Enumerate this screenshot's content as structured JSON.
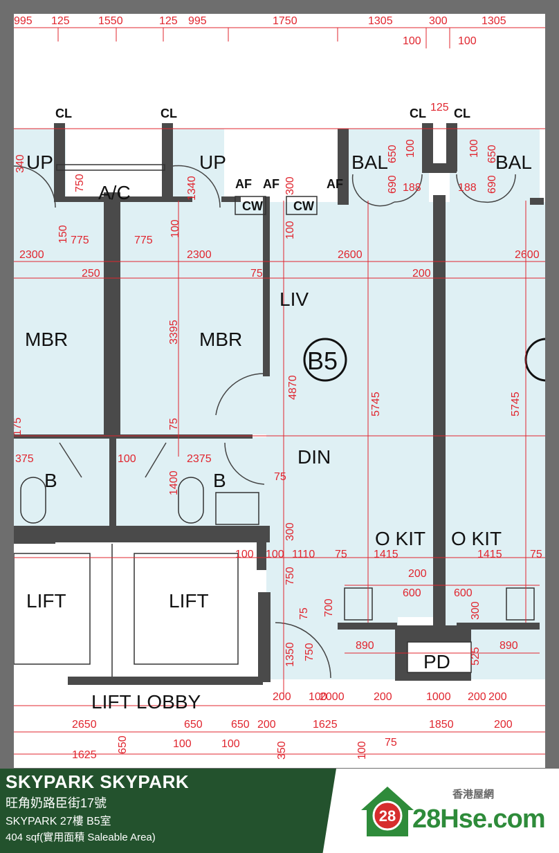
{
  "plan": {
    "unit_badge": "B5",
    "rooms": {
      "up_left": "UP",
      "up_right": "UP",
      "ac": "A/C",
      "bal_left": "BAL",
      "bal_right": "BAL",
      "af1": "AF",
      "af2": "AF",
      "af3": "AF",
      "cw1": "CW",
      "cw2": "CW",
      "liv": "LIV",
      "mbr_left": "MBR",
      "mbr_right": "MBR",
      "din": "DIN",
      "b_left": "B",
      "b_right": "B",
      "okit_left": "O  KIT",
      "okit_right": "O  KIT",
      "lift_left": "LIFT",
      "lift_right": "LIFT",
      "lift_lobby": "LIFT  LOBBY",
      "pd": "PD",
      "cl1": "CL",
      "cl2": "CL",
      "cl3": "CL",
      "cl4": "CL"
    },
    "dims": {
      "top_995a": "995",
      "top_125a": "125",
      "top_1550": "1550",
      "top_125b": "125",
      "top_995b": "995",
      "top_1750": "1750",
      "top_1305a": "1305",
      "top_300": "300",
      "top_1305b": "1305",
      "top_100a": "100",
      "top_100b": "100",
      "cl_125": "125",
      "d_750": "750",
      "d_1340": "1340",
      "d_300a": "300",
      "d_650a": "650",
      "d_100c": "100",
      "d_690a": "690",
      "d_188a": "188",
      "d_188b": "188",
      "d_100d": "100",
      "d_690b": "690",
      "d_650b": "650",
      "d_340": "340",
      "d_150": "150",
      "d_775a": "775",
      "d_775b": "775",
      "d_100e": "100",
      "d_100f": "100",
      "d_2300a": "2300",
      "d_2300b": "2300",
      "d_2600a": "2600",
      "d_2600b": "2600",
      "d_250": "250",
      "d_75a": "75",
      "d_200a": "200",
      "d_3395": "3395",
      "d_4870": "4870",
      "d_5745a": "5745",
      "d_5745b": "5745",
      "d_75b": "75",
      "d_175": "175",
      "d_375": "375",
      "d_100g": "100",
      "d_2375": "2375",
      "d_1400": "1400",
      "d_75c": "75",
      "d_300b": "300",
      "d_100h": "100",
      "d_100i": "100",
      "d_1110": "1110",
      "d_75d": "75",
      "d_1415a": "1415",
      "d_1415b": "1415",
      "d_75e": "75",
      "d_200b": "200",
      "d_750b": "750",
      "d_600a": "600",
      "d_600b": "600",
      "d_700": "700",
      "d_75f": "75",
      "d_300c": "300",
      "d_890a": "890",
      "d_890b": "890",
      "d_525": "525",
      "d_1350": "1350",
      "d_750c": "750",
      "b_200a": "200",
      "b_100": "100",
      "b_2000": "2000",
      "b_200b": "200",
      "b_1000": "1000",
      "b_200c": "200",
      "b_200d": "200",
      "r_2650": "2650",
      "r_650a": "650",
      "r_650b": "650",
      "r_200a": "200",
      "r_1625a": "1625",
      "r_1850": "1850",
      "r_200b": "200",
      "r2_1625": "1625",
      "r2_650": "650",
      "r2_100a": "100",
      "r2_100b": "100",
      "r2_350": "350",
      "r2_100c": "100",
      "r2_75": "75"
    }
  },
  "footer": {
    "title": "SKYPARK SKYPARK",
    "address": "旺角奶路臣街17號",
    "unit": "SKYPARK 27樓 B5室",
    "area": "404 sqf(實用面積 Saleable Area)",
    "brand_cn": "香港屋網",
    "brand_badge": "28",
    "brand_name": "28Hse.com"
  },
  "colors": {
    "room_fill": "#dff0f4",
    "wall": "#4a4a4a",
    "dimension": "#e0252e",
    "footer_green": "#23522d",
    "brand_green": "#2e8b3a",
    "brand_red": "#d62d2d"
  }
}
